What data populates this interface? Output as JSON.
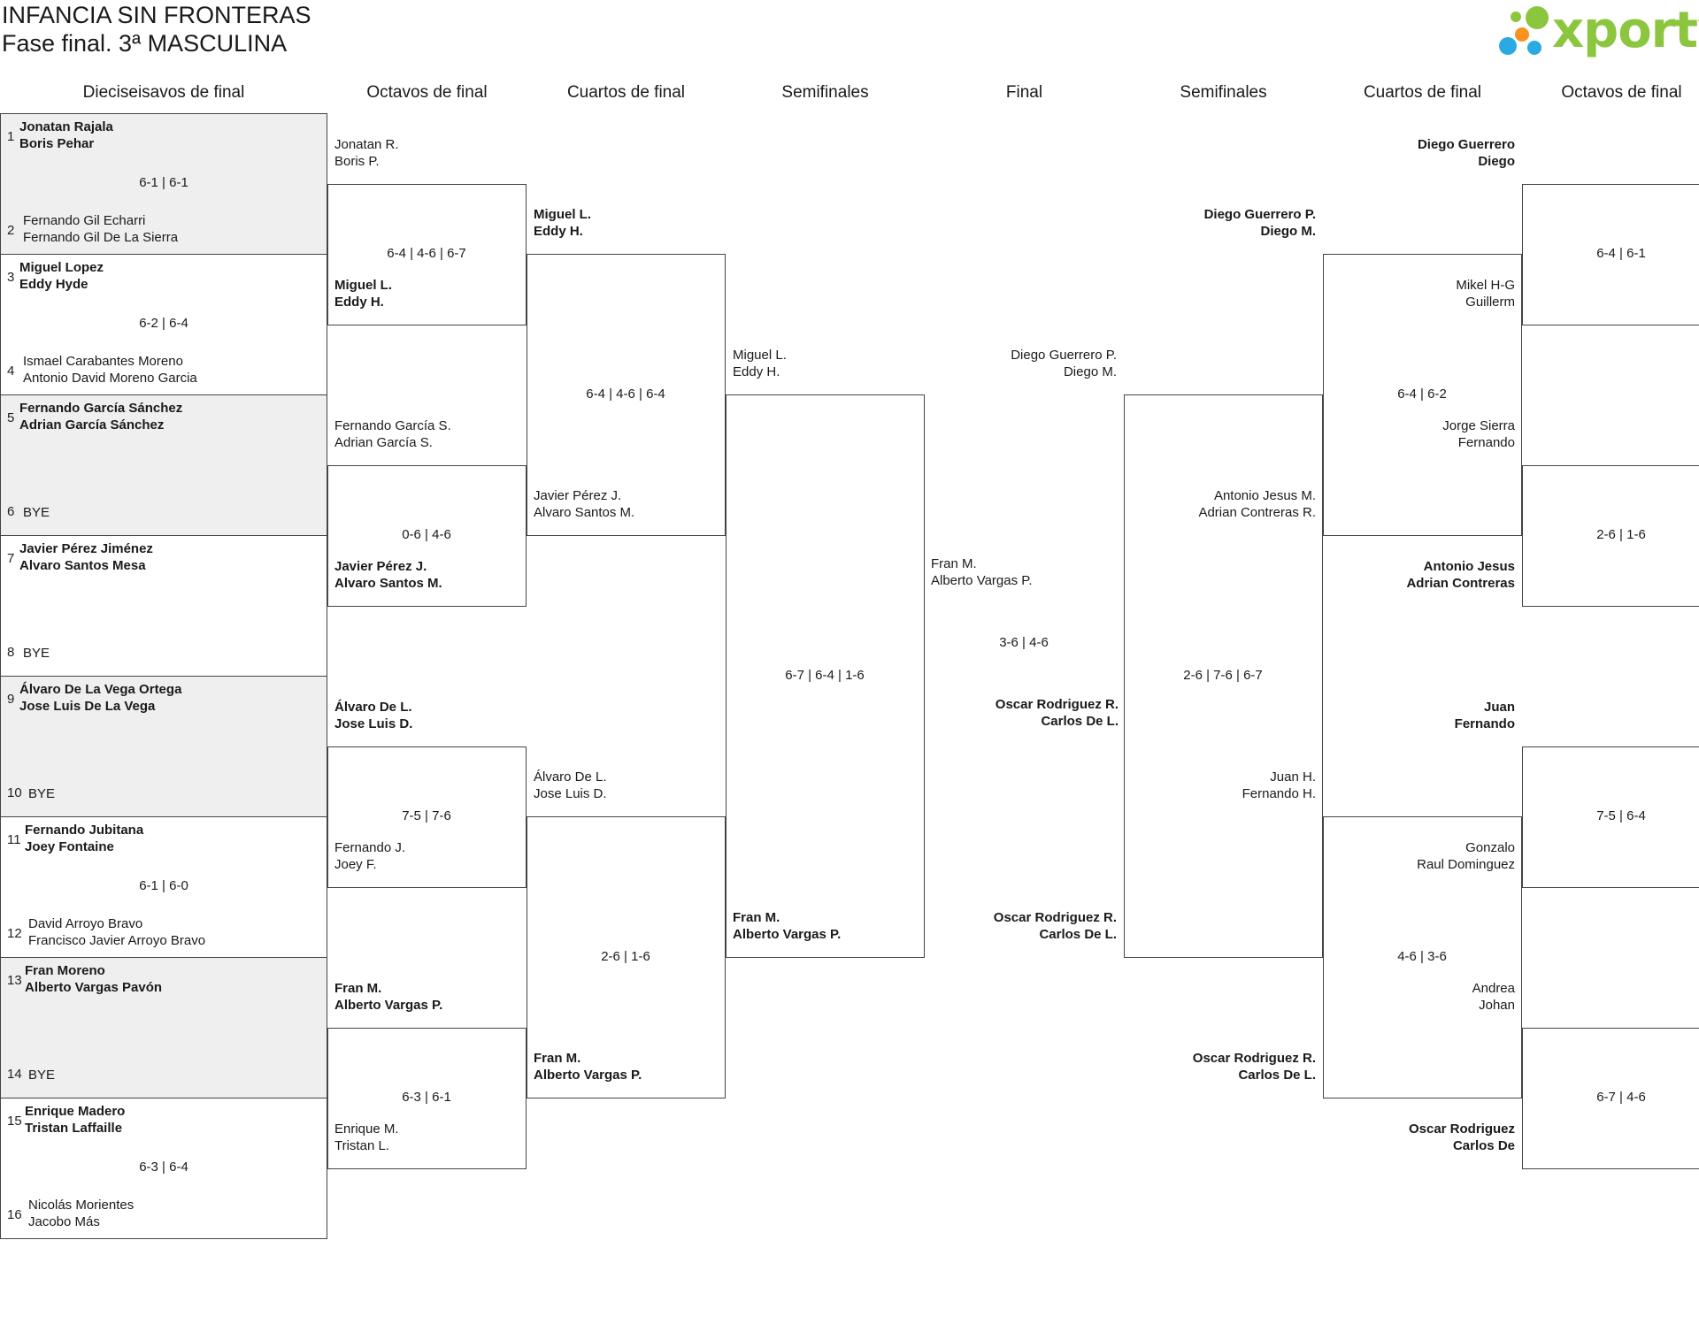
{
  "header": {
    "title_line1": "INFANCIA SIN FRONTERAS",
    "title_line2": "Fase final. 3ª MASCULINA",
    "logo_text": "xporty",
    "logo_colors": [
      "#8cc63f",
      "#f7931e",
      "#29abe2"
    ]
  },
  "rounds": {
    "r32": "Dieciseisavos de final",
    "r16": "Octavos de final",
    "qf": "Cuartos de final",
    "sf": "Semifinales",
    "final": "Final",
    "sf_right": "Semifinales",
    "qf_right": "Cuartos de final",
    "r16_right": "Octavos de final"
  },
  "r32": [
    {
      "seed_a": "1",
      "a1": "Jonatan Rajala",
      "a2": "Boris Pehar",
      "seed_b": "2",
      "b1": "Fernando Gil Echarri",
      "b2": "Fernando Gil De La Sierra",
      "score": "6-1 | 6-1",
      "winner": "a"
    },
    {
      "seed_a": "3",
      "a1": "Miguel Lopez",
      "a2": "Eddy Hyde",
      "seed_b": "4",
      "b1": "Ismael Carabantes Moreno",
      "b2": "Antonio David Moreno Garcia",
      "score": "6-2 | 6-4",
      "winner": "a"
    },
    {
      "seed_a": "5",
      "a1": "Fernando García Sánchez",
      "a2": "Adrian García Sánchez",
      "seed_b": "6",
      "b1": "BYE",
      "b2": "",
      "score": "",
      "winner": "a"
    },
    {
      "seed_a": "7",
      "a1": "Javier Pérez Jiménez",
      "a2": "Alvaro Santos Mesa",
      "seed_b": "8",
      "b1": "BYE",
      "b2": "",
      "score": "",
      "winner": "a"
    },
    {
      "seed_a": "9",
      "a1": "Álvaro De La Vega Ortega",
      "a2": "Jose Luis De La Vega",
      "seed_b": "10",
      "b1": "BYE",
      "b2": "",
      "score": "",
      "winner": "a"
    },
    {
      "seed_a": "11",
      "a1": "Fernando Jubitana",
      "a2": "Joey Fontaine",
      "seed_b": "12",
      "b1": "David Arroyo Bravo",
      "b2": "Francisco Javier Arroyo Bravo",
      "score": "6-1 | 6-0",
      "winner": "a"
    },
    {
      "seed_a": "13",
      "a1": "Fran Moreno",
      "a2": "Alberto Vargas Pavón",
      "seed_b": "14",
      "b1": "BYE",
      "b2": "",
      "score": "",
      "winner": "a"
    },
    {
      "seed_a": "15",
      "a1": "Enrique Madero",
      "a2": "Tristan Laffaille",
      "seed_b": "16",
      "b1": "Nicolás Morientes",
      "b2": "Jacobo Más",
      "score": "6-3 | 6-4",
      "winner": "a"
    }
  ],
  "r16_left": [
    {
      "a1": "Jonatan R.",
      "a2": "Boris P.",
      "b1": "Miguel L.",
      "b2": "Eddy H.",
      "score": "6-4 | 4-6 | 6-7",
      "winner": "b"
    },
    {
      "a1": "Fernando García S.",
      "a2": "Adrian García S.",
      "b1": "Javier Pérez J.",
      "b2": "Alvaro Santos M.",
      "score": "0-6 | 4-6",
      "winner": "b"
    },
    {
      "a1": "Álvaro De L.",
      "a2": "Jose Luis D.",
      "b1": "Fernando J.",
      "b2": "Joey F.",
      "score": "7-5 | 7-6",
      "winner": "a"
    },
    {
      "a1": "Fran M.",
      "a2": "Alberto Vargas P.",
      "b1": "Enrique M.",
      "b2": "Tristan L.",
      "score": "6-3 | 6-1",
      "winner": "a"
    }
  ],
  "qf_left": [
    {
      "a1": "Miguel L.",
      "a2": "Eddy H.",
      "b1": "Javier Pérez J.",
      "b2": "Alvaro Santos M.",
      "score": "6-4 | 4-6 | 6-4",
      "winner": "a"
    },
    {
      "a1": "Álvaro De L.",
      "a2": "Jose Luis D.",
      "b1": "Fran M.",
      "b2": "Alberto Vargas P.",
      "score": "2-6 | 1-6",
      "winner": "b"
    }
  ],
  "sf_left": {
    "a1": "Miguel L.",
    "a2": "Eddy H.",
    "b1": "Fran M.",
    "b2": "Alberto Vargas P.",
    "score": "6-7 | 6-4 | 1-6",
    "winner": "b"
  },
  "final": {
    "a1": "Fran M.",
    "a2": "Alberto Vargas P.",
    "b1": "Oscar Rodriguez R.",
    "b2": "Carlos De L.",
    "score": "3-6 | 4-6",
    "winner": "b"
  },
  "sf_right": {
    "a1": "Diego Guerrero P.",
    "a2": "Diego M.",
    "b1": "Oscar Rodriguez R.",
    "b2": "Carlos De L.",
    "score": "2-6 | 7-6 | 6-7",
    "winner": "b"
  },
  "qf_right": [
    {
      "a1": "Diego Guerrero P.",
      "a2": "Diego M.",
      "b1": "Antonio Jesus M.",
      "b2": "Adrian Contreras R.",
      "score": "6-4 | 6-2",
      "winner": "a"
    },
    {
      "a1": "Juan H.",
      "a2": "Fernando H.",
      "b1": "Oscar Rodriguez R.",
      "b2": "Carlos De L.",
      "score": "4-6 | 3-6",
      "winner": "b"
    }
  ],
  "r16_right": [
    {
      "a1": "Diego Guerrero",
      "a2": "Diego",
      "b1": "Mikel H-G",
      "b2": "Guillerm",
      "score": "6-4 | 6-1",
      "winner": "a"
    },
    {
      "a1": "Jorge Sierra",
      "a2": "Fernando",
      "b1": "Antonio Jesus",
      "b2": "Adrian Contreras",
      "score": "2-6 | 1-6",
      "winner": "b"
    },
    {
      "a1": "Juan",
      "a2": "Fernando",
      "b1": "Gonzalo",
      "b2": "Raul Dominguez",
      "score": "7-5 | 6-4",
      "winner": "a"
    },
    {
      "a1": "Andrea",
      "a2": "Johan",
      "b1": "Oscar Rodriguez",
      "b2": "Carlos De",
      "score": "6-7 | 4-6",
      "winner": "b"
    }
  ]
}
